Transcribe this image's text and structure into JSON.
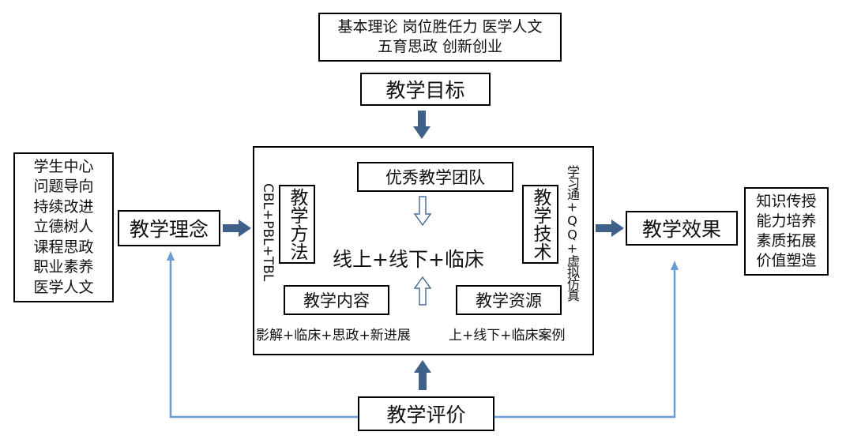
{
  "goals": {
    "lines": [
      "基本理论 岗位胜任力 医学人文",
      "五育思政 创新创业"
    ],
    "title": "教学目标"
  },
  "philosophy": {
    "items": [
      "学生中心",
      "问题导向",
      "持续改进",
      "立德树人",
      "课程思政",
      "职业素养",
      "医学人文"
    ],
    "title": "教学理念"
  },
  "core": {
    "team": "优秀教学团队",
    "center": "线上+线下+临床",
    "method": {
      "title": "教学方法",
      "detail": "CBL+PBL+TBL"
    },
    "technology": {
      "title": "教学技术",
      "detail": "学习通+QQ+虚拟仿真"
    },
    "content": {
      "title": "教学内容",
      "detail": "影解+临床+思政+新进展"
    },
    "resources": {
      "title": "教学资源",
      "detail": "上+线下+临床案例"
    }
  },
  "effect": {
    "title": "教学效果",
    "items": [
      "知识传授",
      "能力培养",
      "素质拓展",
      "价值塑造"
    ]
  },
  "evaluation": {
    "title": "教学评价"
  },
  "colors": {
    "solid_arrow": "#3f6189",
    "hollow_arrow": "#4a6f9a",
    "feedback_line": "#6a9bd1",
    "border": "#000000"
  }
}
